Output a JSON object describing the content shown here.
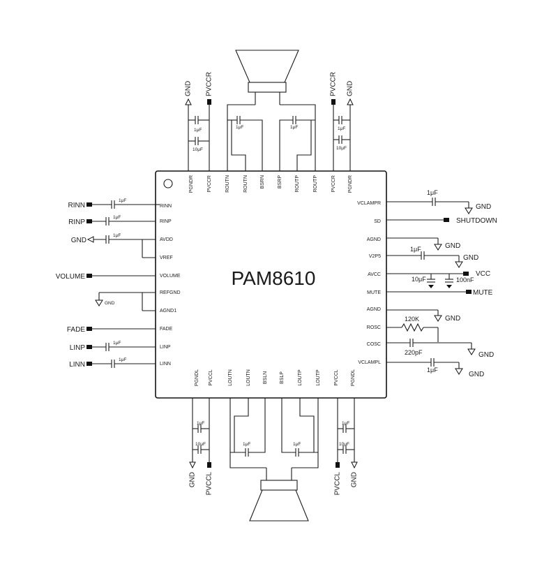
{
  "chip": {
    "title": "PAM8610",
    "pins_left": [
      "RINN",
      "RINP",
      "AVDD",
      "VREF",
      "VOLUME",
      "REFGND",
      "AGND1",
      "FADE",
      "LINP",
      "LINN"
    ],
    "pins_right": [
      "VCLAMPR",
      "SD",
      "AGND",
      "V2P5",
      "AVCC",
      "MUTE",
      "AGND",
      "ROSC",
      "COSC",
      "VCLAMPL"
    ],
    "pins_top": [
      "PGNDR",
      "PVCCR",
      "ROUTN",
      "ROUTN",
      "BSRN",
      "BSRP",
      "ROUTP",
      "ROUTP",
      "PVCCR",
      "PGNDR"
    ],
    "pins_bottom": [
      "PGNDL",
      "PVCCL",
      "LOUTN",
      "LOUTN",
      "BSLN",
      "BSLP",
      "LOUTP",
      "LOUTP",
      "PVCCL",
      "PGNDL"
    ]
  },
  "labels": {
    "left": [
      "RINN",
      "RINP",
      "GND",
      "VOLUME",
      "GND",
      "FADE",
      "LINP",
      "LINN"
    ],
    "right": [
      "GND",
      "SHUTDOWN",
      "GND",
      "GND",
      "VCC",
      "MUTE",
      "GND",
      "GND",
      "GND"
    ],
    "top": [
      "GND",
      "PVCCR",
      "PVCCR",
      "GND"
    ],
    "bottom": [
      "GND",
      "PVCCL",
      "PVCCL",
      "GND"
    ]
  },
  "values": {
    "cap_1uF": "1μF",
    "cap_10uF": "10μF",
    "cap_100nF": "100nF",
    "cap_220pF": "220pF",
    "res_120K": "120K"
  }
}
